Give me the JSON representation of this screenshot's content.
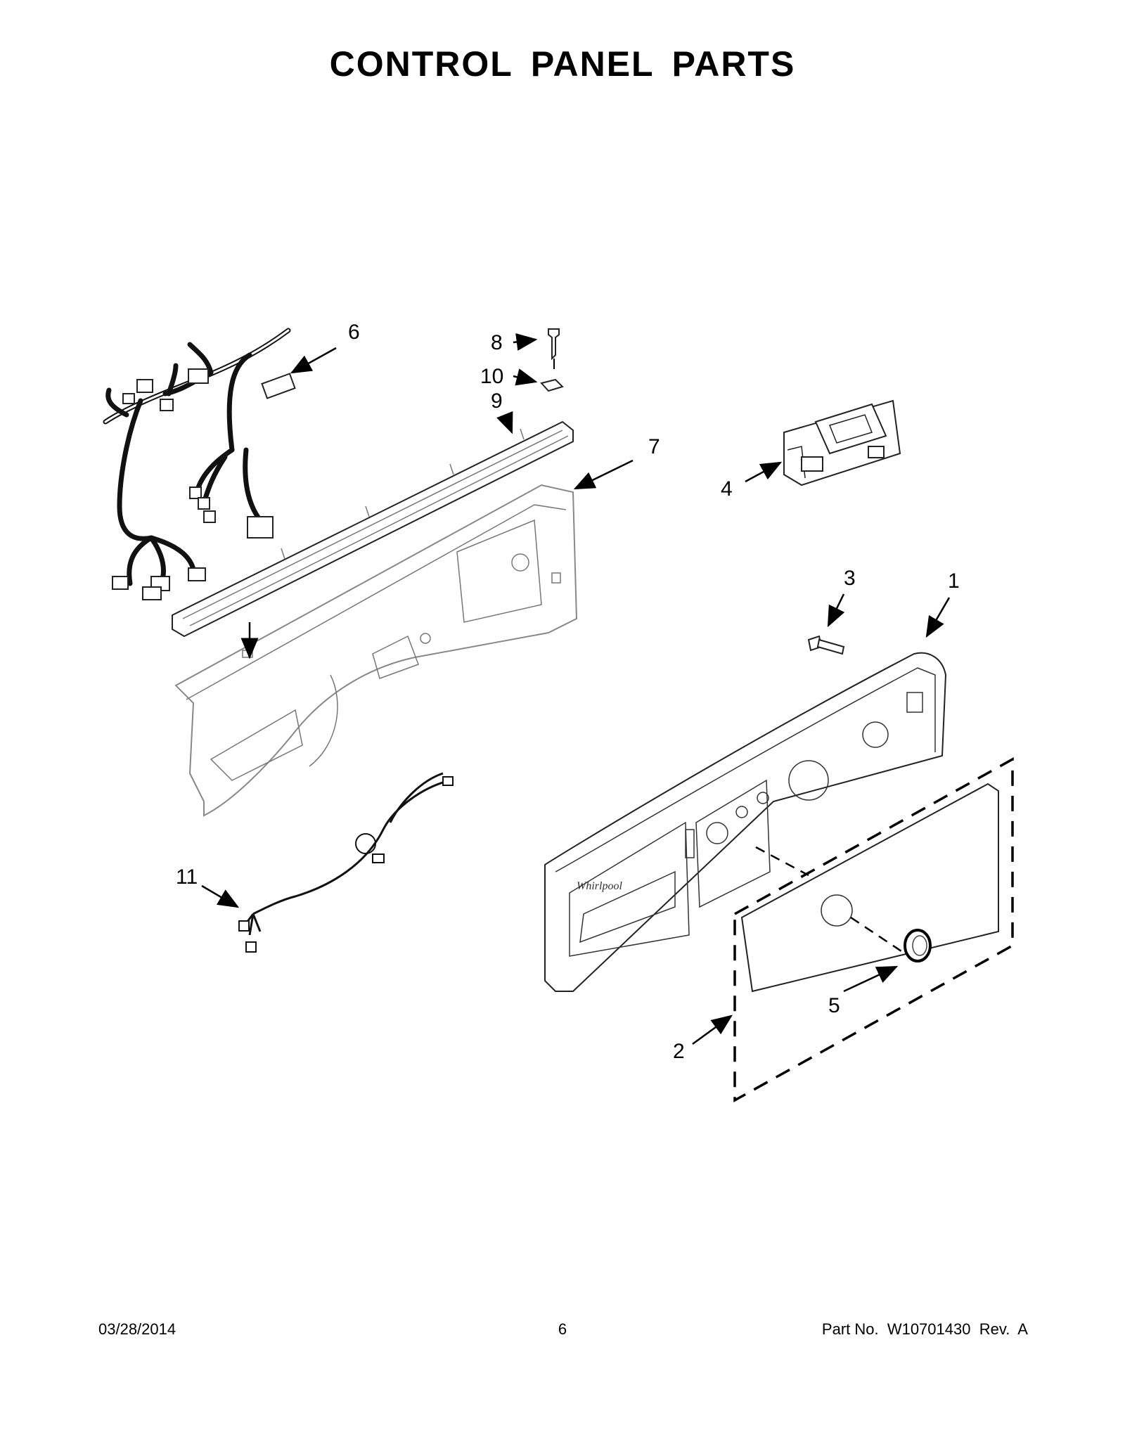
{
  "title": "CONTROL PANEL PARTS",
  "callouts": [
    "1",
    "2",
    "3",
    "4",
    "5",
    "6",
    "7",
    "8",
    "9",
    "10",
    "11"
  ],
  "footer": {
    "date": "03/28/2014",
    "page": "6",
    "part": "Part No.  W10701430  Rev.  A"
  },
  "logo_text": "Whirlpool"
}
